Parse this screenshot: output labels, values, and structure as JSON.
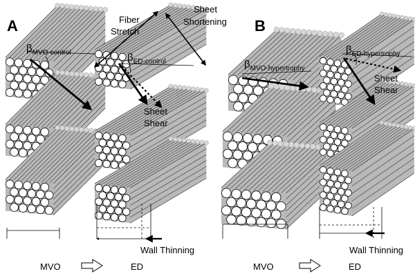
{
  "panels": [
    {
      "letter": "A",
      "beta_mvo": {
        "symbol": "β",
        "sub": "MVO-control"
      },
      "beta_ed": {
        "symbol": "β",
        "sub": "ED-control"
      },
      "annotations": {
        "fiber_stretch": [
          "Fiber",
          "Stretch"
        ],
        "sheet_shortening": [
          "Sheet",
          "Shortening"
        ],
        "sheet_shear": [
          "Sheet",
          "Shear"
        ]
      },
      "wall_thinning": "Wall Thinning",
      "bottom_left": "MVO",
      "bottom_right": "ED"
    },
    {
      "letter": "B",
      "beta_mvo": {
        "symbol": "β",
        "sub": "MVO-hypertrophy"
      },
      "beta_ed": {
        "symbol": "β",
        "sub": "ED-hypertrophy"
      },
      "annotations": {
        "sheet_shear": [
          "Sheet",
          "Shear"
        ]
      },
      "wall_thinning": "Wall Thinning",
      "bottom_left": "MVO",
      "bottom_right": "ED"
    }
  ],
  "colors": {
    "fiber_fill": "#b9b9b9",
    "fiber_stripe": "#555555",
    "fiber_end": "#d8d8d8",
    "circle_fill": "#ffffff",
    "stroke": "#000000"
  },
  "icons": {
    "transition_arrow": "hollow-right-arrow-icon"
  }
}
